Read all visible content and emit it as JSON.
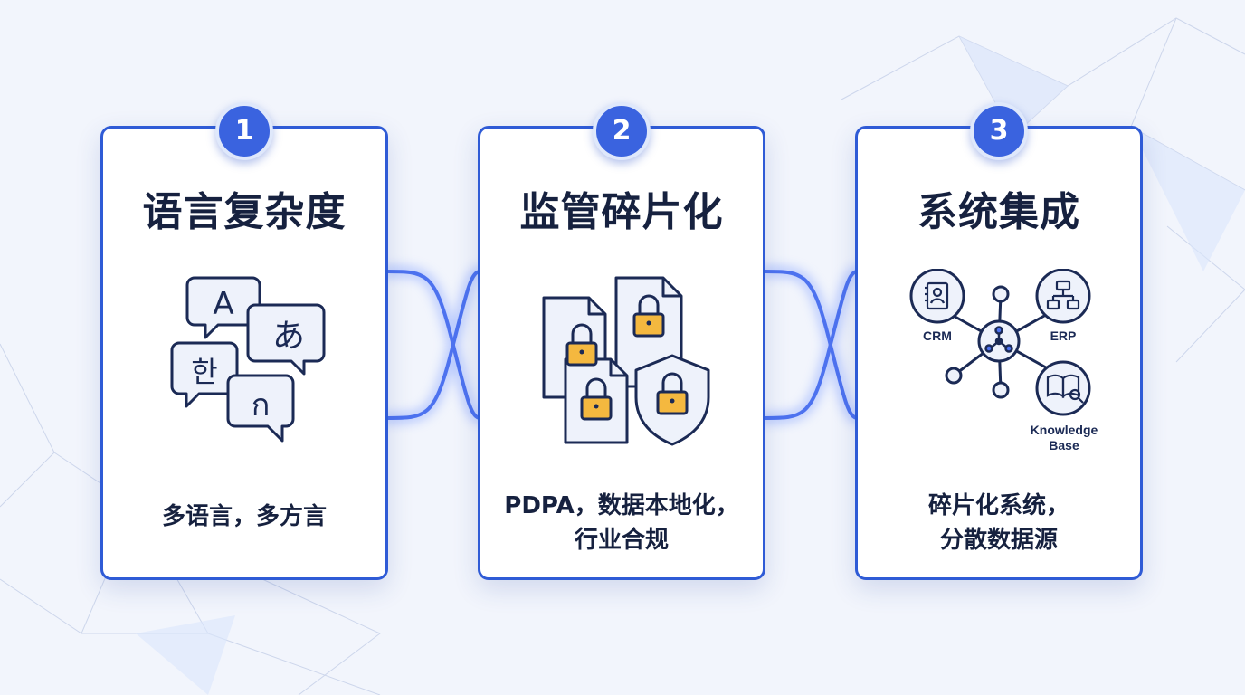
{
  "cards": [
    {
      "number": "1",
      "title": "语言复杂度",
      "icon": "multilingual-speech-bubbles-icon",
      "glyphs": [
        "A",
        "あ",
        "한",
        "ก"
      ],
      "description_lines": [
        "多语言，多方言"
      ]
    },
    {
      "number": "2",
      "title": "监管碎片化",
      "icon": "locked-documents-shield-icon",
      "description_lines": [
        "PDPA，数据本地化，",
        "行业合规"
      ]
    },
    {
      "number": "3",
      "title": "系统集成",
      "icon": "system-network-hub-icon",
      "nodes": {
        "crm": "CRM",
        "erp": "ERP",
        "knowledge_base_line1": "Knowledge",
        "knowledge_base_line2": "Base"
      },
      "description_lines": [
        "碎片化系统，",
        "分散数据源"
      ]
    }
  ],
  "colors": {
    "accent": "#2f5bd6",
    "badge": "#3a63df",
    "text": "#16213f",
    "lock": "#f4b83f",
    "background": "#f2f5fc"
  }
}
